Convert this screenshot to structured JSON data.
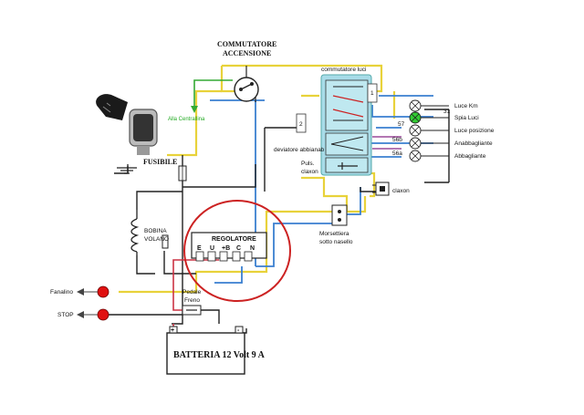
{
  "labels": {
    "commutatore_accensione_1": "COMMUTATORE",
    "commutatore_accensione_2": "ACCENSIONE",
    "alla_centralina": "Alla Centrallina",
    "fusibile": "FUSIBILE",
    "commutatore_luci": "commutatore luci",
    "deviatore": "deviatore abbianab",
    "puls_claxon_1": "Puls.",
    "puls_claxon_2": "claxon",
    "claxon": "claxon",
    "morsettiera_1": "Morsettiera",
    "morsettiera_2": "sotto nasello",
    "bobina_1": "BOBINA",
    "bobina_2": "VOLANO",
    "regolatore": "REGOLATORE",
    "fanalino": "Fanalino",
    "stop": "STOP",
    "pedale_1": "Pedale",
    "pedale_2": "Freno",
    "batteria": "BATTERIA 12 Volt 9 A",
    "plus": "+",
    "minus": "-"
  },
  "regolatore_terminals": [
    "E",
    "U",
    "+B",
    "C",
    "N"
  ],
  "switch_numbers": {
    "s1": "1",
    "s2": "2"
  },
  "terminal_codes": [
    "31",
    "57",
    "56b",
    "56a"
  ],
  "lights": [
    {
      "label": "Luce Km",
      "color": "#ffffff"
    },
    {
      "label": "Spia Luci",
      "color": "#33cc33"
    },
    {
      "label": "Luce posizione",
      "color": "#ffffff"
    },
    {
      "label": "Anabbagliante",
      "color": "#ffffff"
    },
    {
      "label": "Abbagliante",
      "color": "#ffffff"
    }
  ],
  "colors": {
    "yellow": "#e8d23a",
    "blue": "#3a7fd0",
    "red_wire": "#cc3344",
    "red_lamp": "#e01010",
    "circle": "#cc2222",
    "green": "#33aa33",
    "purple": "#9a4a9a",
    "panel": "#a8dce8"
  }
}
